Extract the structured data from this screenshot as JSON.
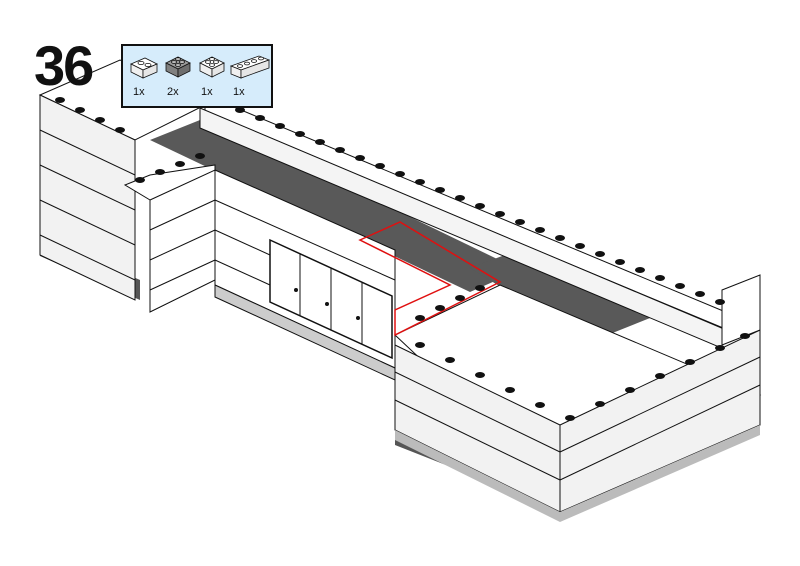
{
  "step": {
    "number": "36"
  },
  "parts_list": {
    "items": [
      {
        "qty": "1x",
        "icon": "brick-1x2-icon",
        "color": "#ffffff"
      },
      {
        "qty": "2x",
        "icon": "brick-2x2-icon",
        "color": "#808080"
      },
      {
        "qty": "1x",
        "icon": "brick-2x2-icon",
        "color": "#ffffff"
      },
      {
        "qty": "1x",
        "icon": "brick-1x4-icon",
        "color": "#ffffff"
      }
    ]
  },
  "colors": {
    "background": "#ffffff",
    "parts_box_fill": "#d6ecfb",
    "highlight": "#e01010",
    "baseplate": "#595959",
    "brick_white": "#ffffff",
    "brick_clear": "#eeeeee",
    "outline": "#111111"
  }
}
